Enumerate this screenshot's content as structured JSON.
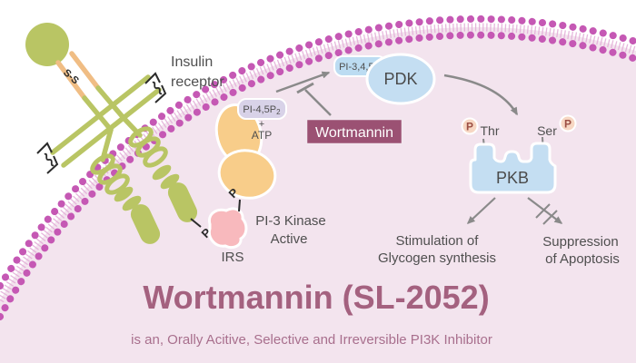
{
  "title": {
    "text": "Wortmannin (SL-2052)"
  },
  "subtitle": {
    "text": "is an, Orally Acitive, Selective and Irreversible PI3K Inhibitor"
  },
  "labels": {
    "insulin_line1": "Insulin",
    "insulin_line2": "receptor",
    "ss": "S-S",
    "pi45p": "PI-4,5P",
    "pi45p_sub": "2",
    "plus": "+",
    "atp": "ATP",
    "pi345p": "PI-3,4,5P",
    "pdk": "PDK",
    "wortmannin": "Wortmannin",
    "p": "P",
    "thr": "Thr",
    "ser": "Ser",
    "pkb": "PKB",
    "kinase_line1": "PI-3 Kinase",
    "kinase_line2": "Active",
    "irs": "IRS",
    "stim_line1": "Stimulation of",
    "stim_line2": "Glycogen synthesis",
    "supp_line1": "Suppression",
    "supp_line2": "of Apoptosis"
  },
  "colors": {
    "outside": "#ffffff",
    "cell_interior": "#f3e4ee",
    "membrane_dot": "#c558b4",
    "membrane_tail": "#e2aad6",
    "receptor_green": "#b9c564",
    "strand_orange": "#f0bd84",
    "kinase_orange": "#f8cd8a",
    "irs_pink": "#f8b9bd",
    "node_blue": "#c4def2",
    "badge_lavender": "#d8d2e8",
    "wortmannin_box": "#9b5173",
    "arrow_gray": "#8a8a8a",
    "text_gray": "#4f4f4f",
    "p_circle_fill": "#f7d7c3",
    "p_letter": "#9c4f44",
    "title_mauve": "#a4617f"
  }
}
